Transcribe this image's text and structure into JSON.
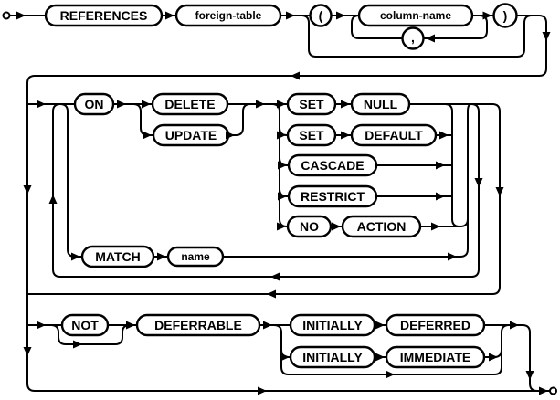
{
  "diagram": {
    "kind": "railroad-syntax-diagram",
    "colors": {
      "line": "#000000",
      "background": "#ffffff"
    },
    "nodes": {
      "references": "REFERENCES",
      "foreign_table": "foreign-table",
      "lparen": "(",
      "column_name": "column-name",
      "comma": ",",
      "rparen": ")",
      "on": "ON",
      "delete": "DELETE",
      "update": "UPDATE",
      "set1": "SET",
      "null": "NULL",
      "set2": "SET",
      "default": "DEFAULT",
      "cascade": "CASCADE",
      "restrict": "RESTRICT",
      "no": "NO",
      "action": "ACTION",
      "match": "MATCH",
      "name": "name",
      "not": "NOT",
      "deferrable": "DEFERRABLE",
      "initially1": "INITIALLY",
      "deferred": "DEFERRED",
      "initially2": "INITIALLY",
      "immediate": "IMMEDIATE"
    }
  }
}
